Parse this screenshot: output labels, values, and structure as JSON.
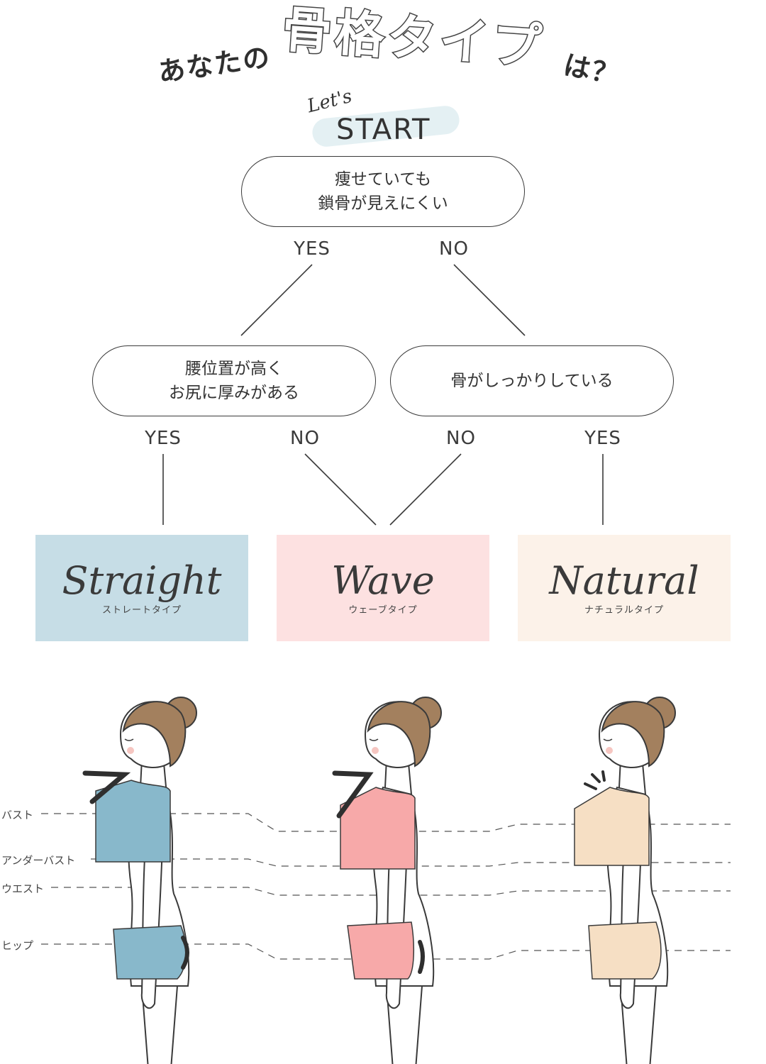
{
  "title": {
    "prefix": "あなたの",
    "main": "骨格タイプ",
    "suffix": "は？"
  },
  "start": {
    "lets": "Let's",
    "label": "START"
  },
  "questions": {
    "q1": [
      "痩せていても",
      "鎖骨が見えにくい"
    ],
    "q2_left": [
      "腰位置が高く",
      "お尻に厚みがある"
    ],
    "q2_right": [
      "骨がしっかりしている"
    ]
  },
  "answers": {
    "q1_yes": "YES",
    "q1_no": "NO",
    "q2l_yes": "YES",
    "q2l_no": "NO",
    "q2r_no": "NO",
    "q2r_yes": "YES"
  },
  "types": [
    {
      "name": "Straight",
      "sub": "ストレートタイプ",
      "color": "#c6dde6",
      "wear": "#88b8cb"
    },
    {
      "name": "Wave",
      "sub": "ウェーブタイプ",
      "color": "#fde1e1",
      "wear": "#f7a9a9"
    },
    {
      "name": "Natural",
      "sub": "ナチュラルタイプ",
      "color": "#fcf2e9",
      "wear": "#f6dfc4"
    }
  ],
  "measurements": [
    "バスト",
    "アンダーバスト",
    "ウエスト",
    "ヒップ"
  ],
  "colors": {
    "line": "#3a3a3a",
    "hair": "#a3805e",
    "skin": "#ffffff"
  }
}
